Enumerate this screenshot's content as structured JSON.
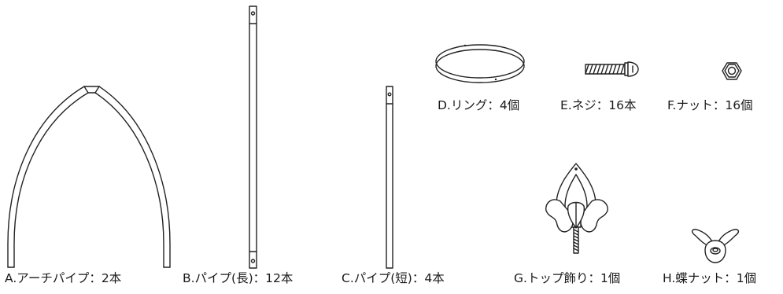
{
  "parts": [
    {
      "id": "A",
      "label": "A.アーチパイプ：2本"
    },
    {
      "id": "B",
      "label": "B.パイプ(長)：12本"
    },
    {
      "id": "C",
      "label": "C.パイプ(短)：4本"
    },
    {
      "id": "D",
      "label": "D.リング：4個"
    },
    {
      "id": "E",
      "label": "E.ネジ：16本"
    },
    {
      "id": "F",
      "label": "F.ナット：16個"
    },
    {
      "id": "G",
      "label": "G.トップ飾り：1個"
    },
    {
      "id": "H",
      "label": "H.蝶ナット：1個"
    }
  ]
}
